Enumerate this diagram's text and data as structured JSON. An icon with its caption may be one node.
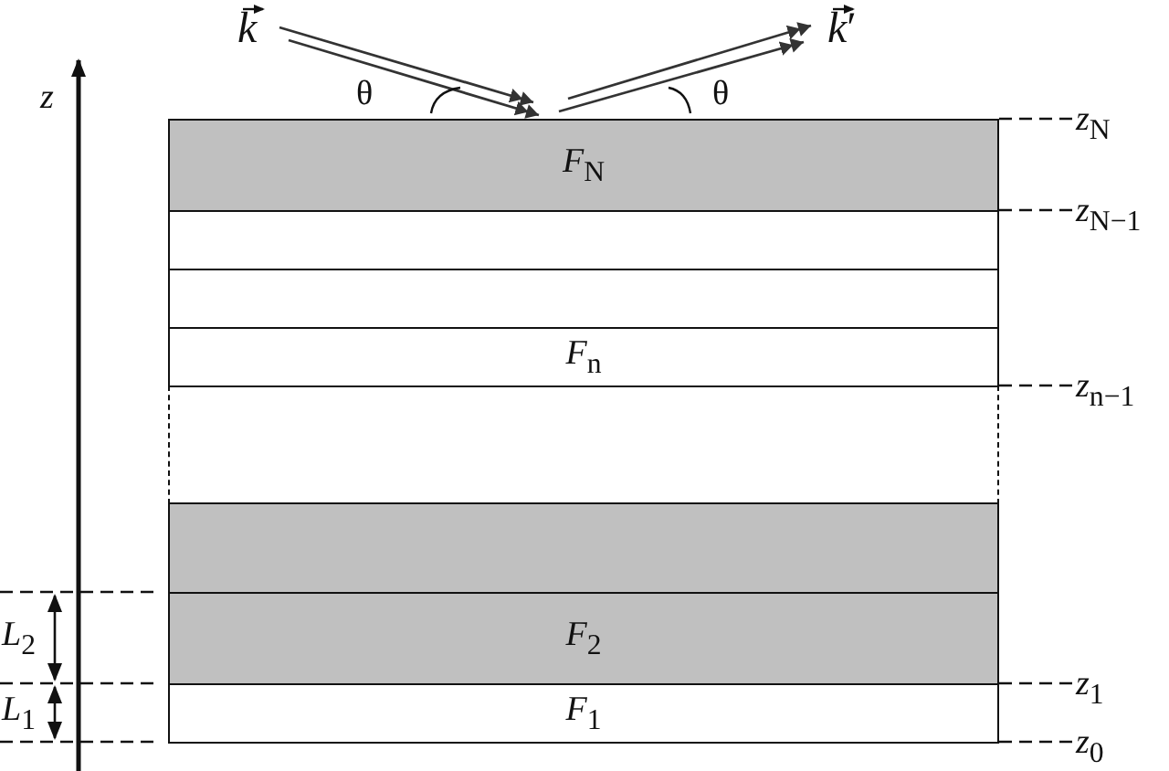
{
  "diagram": {
    "nodes": [
      {
        "text": [
          "*F*$_{N}$"
        ]
      },
      {
        "text": [],
        "shape": "box"
      },
      {
        "text": [],
        "shape": "box"
      },
      {
        "text": [
          "*F*$_{n}$"
        ]
      },
      {
        "text": [],
        "shape": "box"
      },
      {
        "text": [],
        "shape": "box"
      },
      {
        "text": [
          "*F*$_{2}$"
        ]
      },
      {
        "text": [
          "*F*$_{1}$"
        ]
      },
      {
        "text": [
          "*z*$_{N}$"
        ]
      },
      {
        "text": [
          "*z*$_{N−1}$"
        ]
      },
      {
        "text": [
          "*z*$_{n−1}$"
        ]
      },
      {
        "text": [
          "*z*$_{1}$"
        ]
      },
      {
        "text": [
          "*z*$_{0}$"
        ]
      }
    ],
    "edges": [
      {
        "from": 8,
        "to": 0,
        "arrow": "none",
        "style": "dashed"
      },
      {
        "from": 9,
        "to": 1,
        "arrow": "none",
        "style": "dashed"
      },
      {
        "from": 10,
        "to": 3,
        "arrow": "none",
        "style": "dashed"
      },
      {
        "from": 11,
        "to": 7,
        "arrow": "none",
        "style": "dashed"
      },
      {
        "from": 12,
        "to": 7,
        "arrow": "none",
        "style": "dashed"
      }
    ],
    "labels": [
      "*k*",
      "*k*′",
      "*z*",
      "θ",
      "θ",
      "*L*$_{2}$",
      "*L*$_{1}$"
    ]
  }
}
